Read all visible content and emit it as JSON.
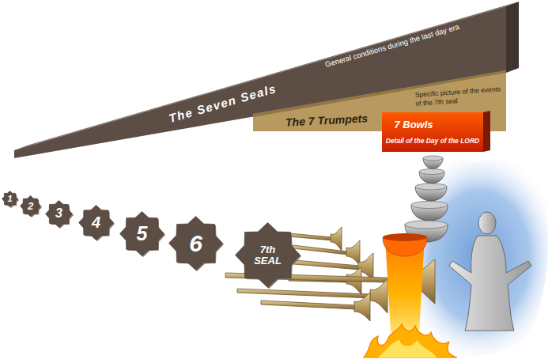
{
  "diagram": {
    "nodes": [
      {
        "text": [
          "The Seven Seals",
          "General conditions during the last day era"
        ]
      },
      {
        "text": [
          "The 7 Trumpets",
          "Specific picture of the events of the 7th seal"
        ]
      },
      {
        "text": [
          "7 Bowls",
          "Detail of the Day of the LORD"
        ]
      },
      {
        "text": [
          "1"
        ]
      },
      {
        "text": [
          "2"
        ]
      },
      {
        "text": [
          "3"
        ]
      },
      {
        "text": [
          "4"
        ]
      },
      {
        "text": [
          "5"
        ]
      },
      {
        "text": [
          "6"
        ]
      },
      {
        "text": [
          "7th SEAL"
        ]
      }
    ]
  }
}
